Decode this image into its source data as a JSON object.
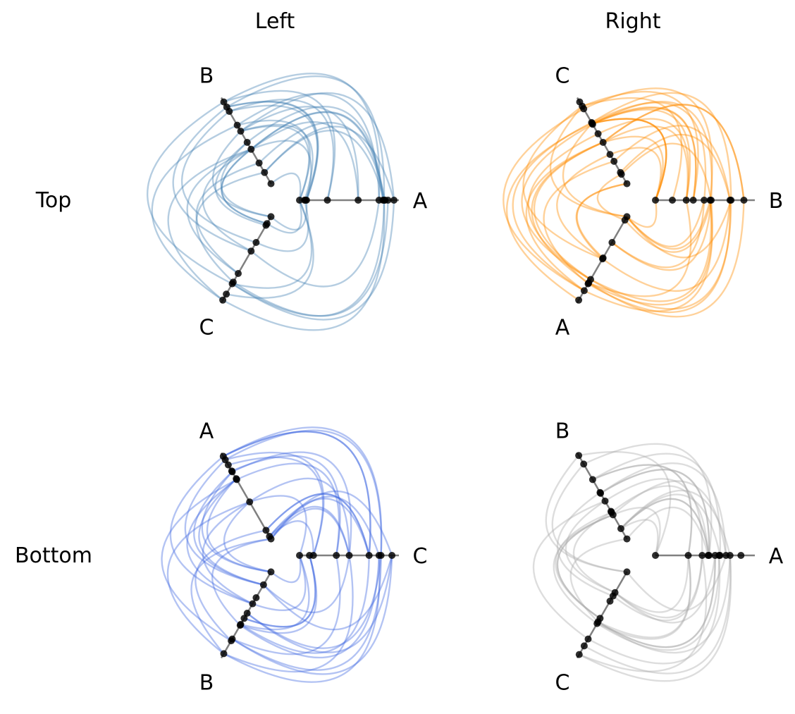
{
  "figure": {
    "column_titles": [
      "Left",
      "Right"
    ],
    "row_titles": [
      "Top",
      "Bottom"
    ]
  },
  "panels": [
    {
      "id": "top-left",
      "row": 0,
      "col": 0,
      "color": "#4682b4",
      "axis_labels": [
        "A",
        "B",
        "C"
      ],
      "nodes": [
        [
          0.0,
          0.05,
          0.06,
          0.07,
          0.28,
          0.59,
          0.8,
          0.84,
          0.85,
          0.86,
          0.89,
          0.95
        ],
        [
          0.0,
          0.13,
          0.24,
          0.4,
          0.48,
          0.61,
          0.68,
          0.84,
          0.89,
          0.95
        ],
        [
          0.0,
          0.08,
          0.1,
          0.3,
          0.4,
          0.66,
          0.76,
          0.78,
          0.9,
          0.97
        ]
      ],
      "edge_count": 46,
      "seed": 11
    },
    {
      "id": "top-right",
      "row": 0,
      "col": 1,
      "color": "#ff8c00",
      "axis_labels": [
        "B",
        "C",
        "A"
      ],
      "nodes": [
        [
          0.0,
          0.17,
          0.31,
          0.38,
          0.49,
          0.55,
          0.56,
          0.75,
          0.76,
          0.89
        ],
        [
          0.0,
          0.11,
          0.13,
          0.26,
          0.34,
          0.48,
          0.58,
          0.69,
          0.7,
          0.71,
          0.87,
          0.9,
          0.95
        ],
        [
          0.0,
          0.04,
          0.3,
          0.48,
          0.49,
          0.73,
          0.77,
          0.78,
          0.86,
          0.97
        ]
      ],
      "edge_count": 52,
      "seed": 23
    },
    {
      "id": "bottom-left",
      "row": 1,
      "col": 0,
      "color": "#4169e1",
      "axis_labels": [
        "C",
        "A",
        "B"
      ],
      "nodes": [
        [
          0.0,
          0.1,
          0.14,
          0.37,
          0.5,
          0.7,
          0.8,
          0.82,
          0.93
        ],
        [
          0.0,
          0.03,
          0.1,
          0.43,
          0.69,
          0.7,
          0.78,
          0.79,
          0.86,
          0.92,
          0.96
        ],
        [
          0.0,
          0.15,
          0.3,
          0.37,
          0.48,
          0.54,
          0.61,
          0.62,
          0.78,
          0.8,
          0.95
        ]
      ],
      "edge_count": 50,
      "seed": 37
    },
    {
      "id": "bottom-right",
      "row": 1,
      "col": 1,
      "color": "#a9a9a9",
      "axis_labels": [
        "A",
        "B",
        "C"
      ],
      "nodes": [
        [
          0.0,
          0.33,
          0.47,
          0.53,
          0.54,
          0.6,
          0.64,
          0.65,
          0.71,
          0.75,
          0.86
        ],
        [
          0.0,
          0.12,
          0.28,
          0.31,
          0.32,
          0.44,
          0.53,
          0.54,
          0.69,
          0.87,
          0.97
        ],
        [
          0.0,
          0.24,
          0.28,
          0.34,
          0.54,
          0.58,
          0.6,
          0.78,
          0.86,
          0.96
        ]
      ],
      "edge_count": 44,
      "seed": 53
    }
  ]
}
